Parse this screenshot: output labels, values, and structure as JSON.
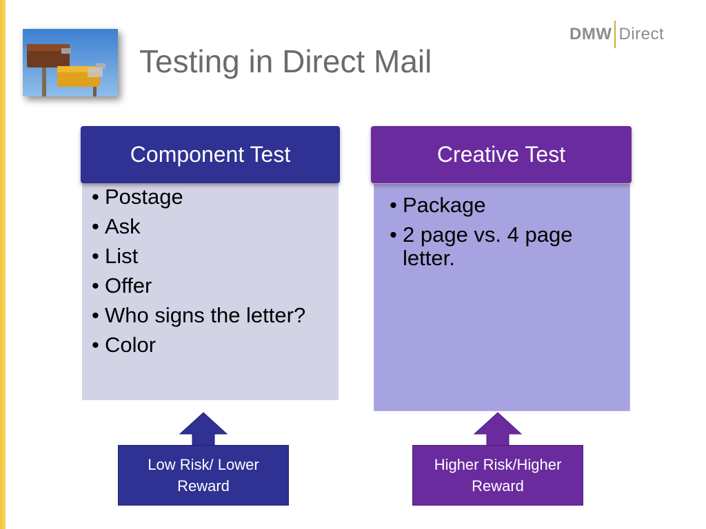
{
  "slide": {
    "title": "Testing in Direct Mail",
    "logo": {
      "left": "DMW",
      "right": "Direct"
    }
  },
  "left_card": {
    "header": "Component Test",
    "items": [
      "Postage",
      "Ask",
      "List",
      "Offer",
      "Who signs the letter?",
      "Color"
    ]
  },
  "right_card": {
    "header": "Creative Test",
    "items": [
      "Package",
      "2 page vs. 4 page letter."
    ]
  },
  "left_arrow": {
    "label": "Low Risk/ Lower Reward"
  },
  "right_arrow": {
    "label": "Higher Risk/Higher Reward"
  },
  "colors": {
    "accent_bar": "#f4c43a",
    "component_blue": "#2f3193",
    "creative_purple": "#6a2b9e",
    "left_body": "#d3d3e6",
    "right_body": "#a7a3e0",
    "title_gray": "#6b6b6b"
  },
  "icons": {
    "photo": "mailbox-photo"
  }
}
